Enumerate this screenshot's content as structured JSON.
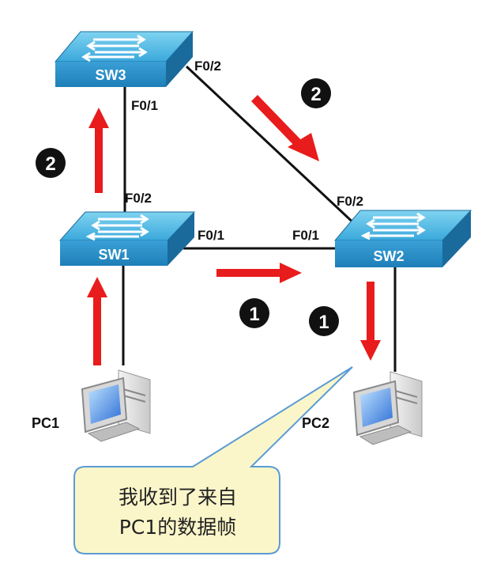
{
  "switches": {
    "sw3": "SW3",
    "sw1": "SW1",
    "sw2": "SW2"
  },
  "pcs": {
    "pc1": "PC1",
    "pc2": "PC2"
  },
  "ports": {
    "sw3_f02": "F0/2",
    "sw3_f01": "F0/1",
    "sw1_f02": "F0/2",
    "sw1_f01": "F0/1",
    "sw2_f01": "F0/1",
    "sw2_f02": "F0/2"
  },
  "badges": {
    "sw3_to_sw2": "2",
    "sw1_to_sw3": "2",
    "sw1_to_sw2": "1",
    "sw2_to_pc2": "1"
  },
  "callout": {
    "line1": "我收到了来自",
    "line2": "PC1的数据帧"
  },
  "colors": {
    "switch_top": "#5fc0e6",
    "switch_front": "#2a8fc4",
    "arrow": "#e81c1c",
    "link": "#111111",
    "badge": "#111111",
    "callout_fill": "#fbf6c9",
    "callout_stroke": "#5b9bd5"
  }
}
